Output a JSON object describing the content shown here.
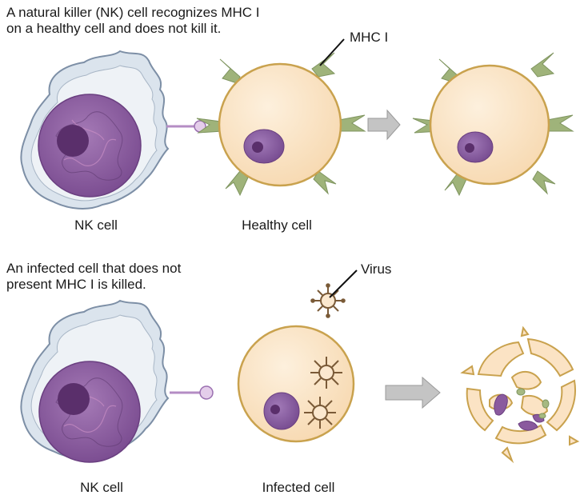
{
  "top": {
    "caption_lines": [
      "A natural killer (NK) cell recognizes MHC I",
      "on a healthy cell and does not kill it."
    ],
    "mhc_callout": "MHC I",
    "nk_label": "NK cell",
    "target_label": "Healthy cell"
  },
  "bottom": {
    "caption_lines": [
      "An infected cell that does not",
      "present MHC I is killed."
    ],
    "virus_callout": "Virus",
    "nk_label": "NK cell",
    "target_label": "Infected cell"
  },
  "colors": {
    "nk_membrane": "#dbe4ed",
    "nk_outline": "#7d8fa6",
    "nucleus": "#8a5a9e",
    "cell_fill": "#fbe3c4",
    "cell_outline": "#c9a24e",
    "mhc": "#9fb37a",
    "virus": "#7a5a37",
    "arrow": "#c4c4c4"
  }
}
